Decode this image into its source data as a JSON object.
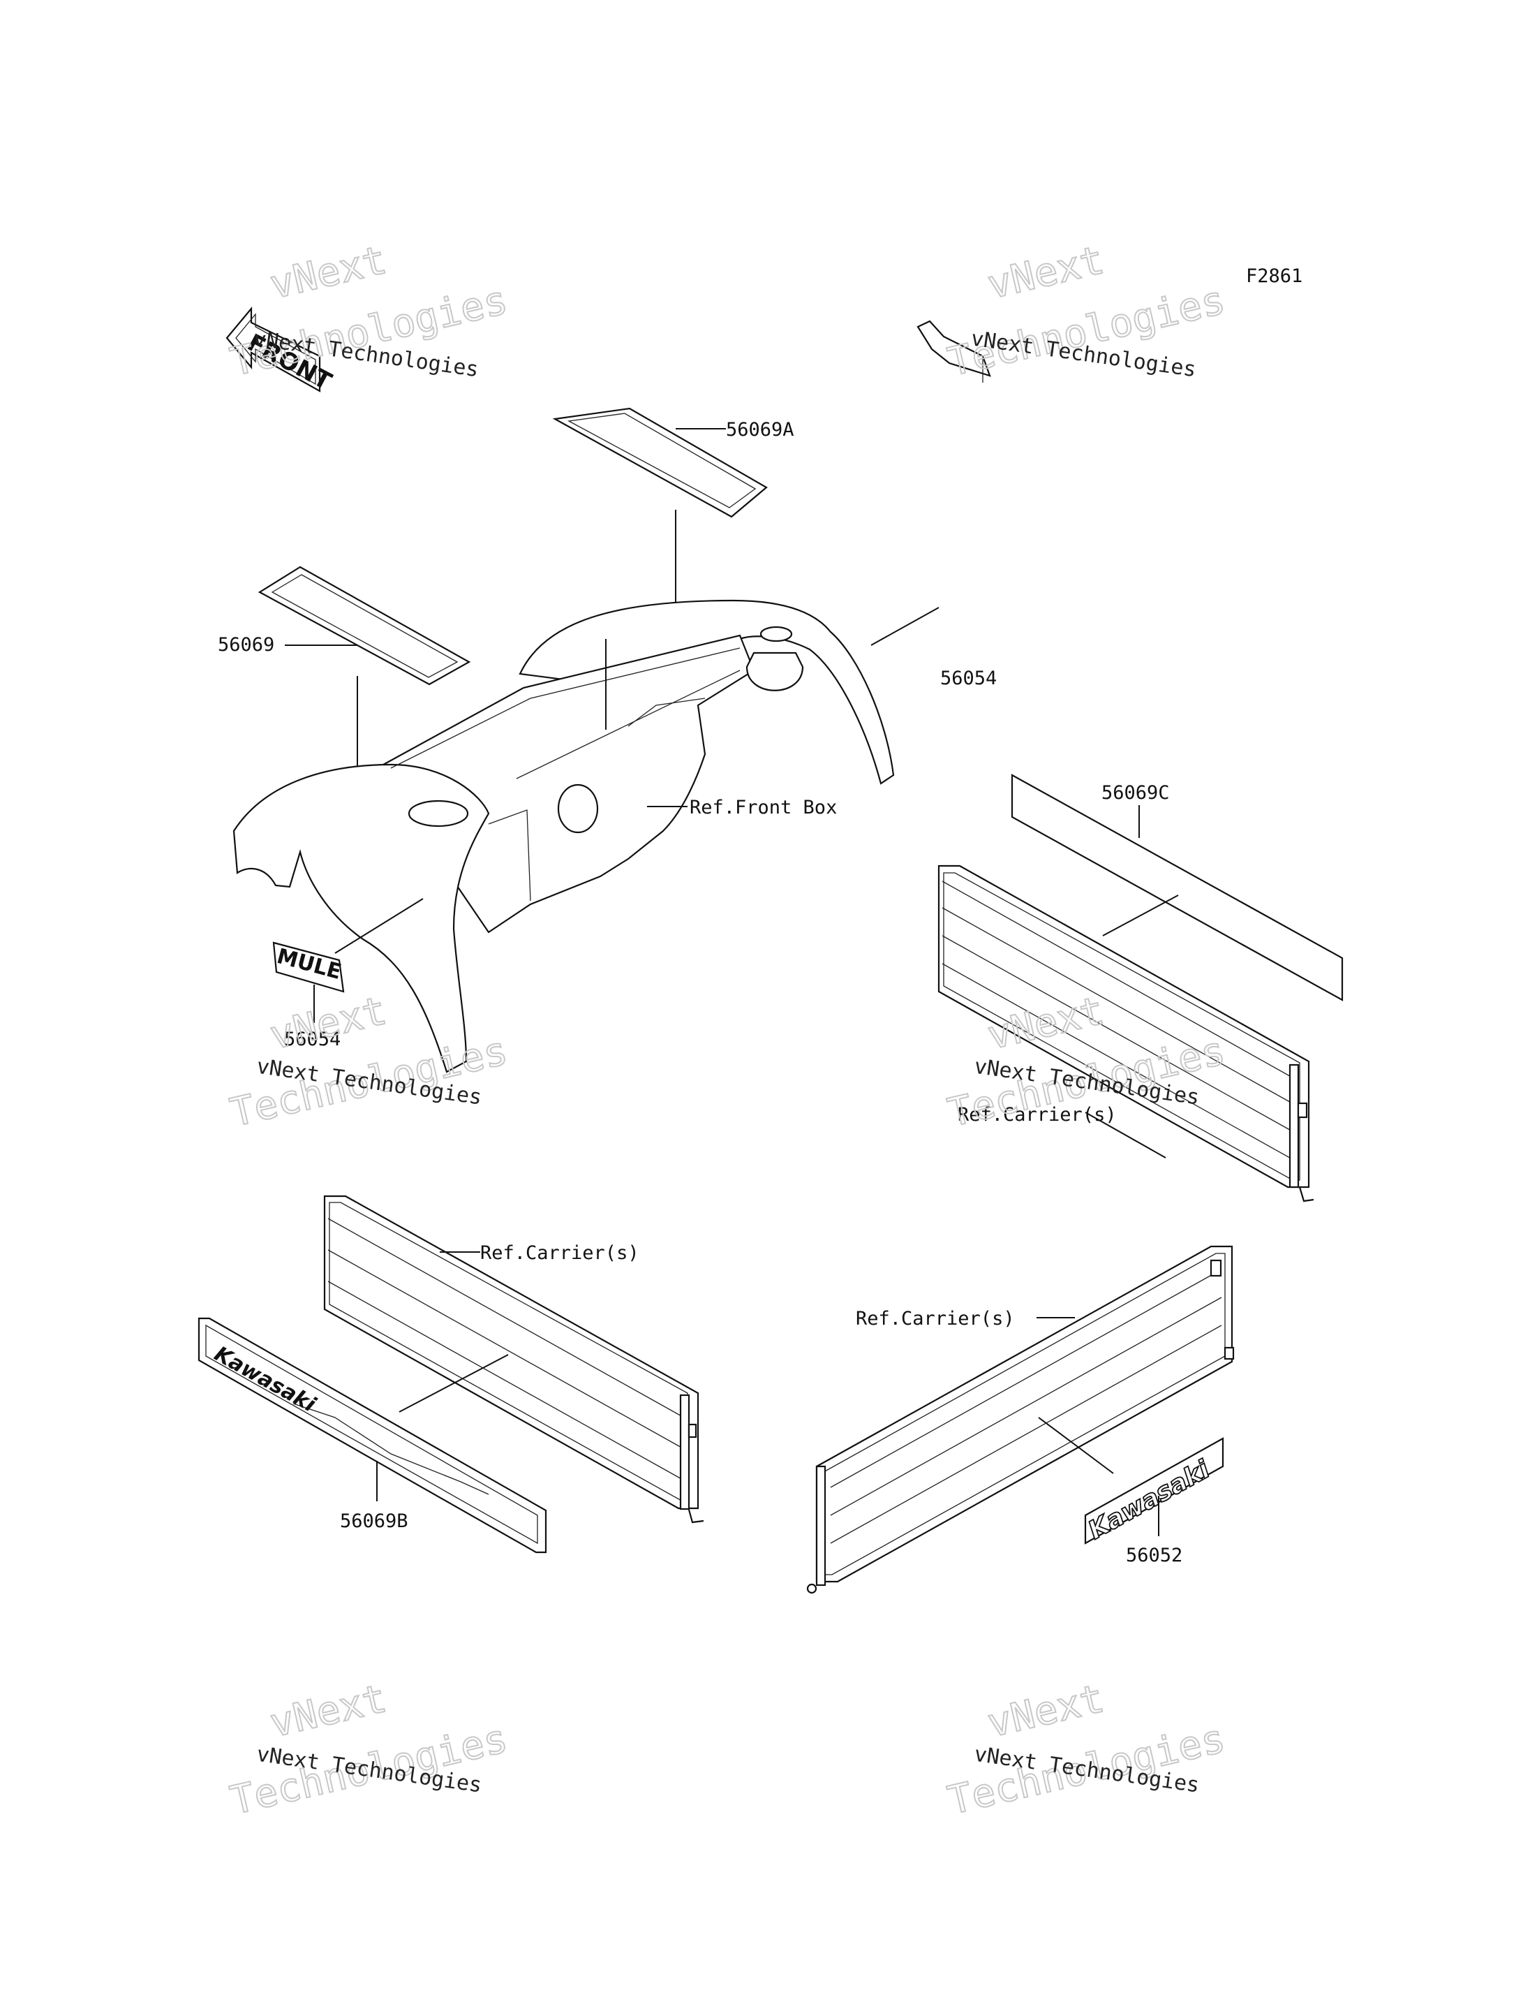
{
  "diagram_code": "F2861",
  "watermark": {
    "line1": "vNext",
    "line2": "Technologies",
    "full": "vNext Technologies"
  },
  "callouts": {
    "p56069A": "56069A",
    "p56069": "56069",
    "p56054_top": "56054",
    "p56054_bottom": "56054",
    "ref_front_box": "Ref.Front Box",
    "p56069C": "56069C",
    "ref_carrier_1": "Ref.Carrier(s)",
    "ref_carrier_2": "Ref.Carrier(s)",
    "ref_carrier_3": "Ref.Carrier(s)",
    "p56069B": "56069B",
    "p56052": "56052"
  },
  "decal_text": {
    "front_arrow": "FRONT",
    "mule_logo": "MULE",
    "kawasaki_side": "Kawasaki",
    "kawasaki_badge": "Kawasaki"
  }
}
